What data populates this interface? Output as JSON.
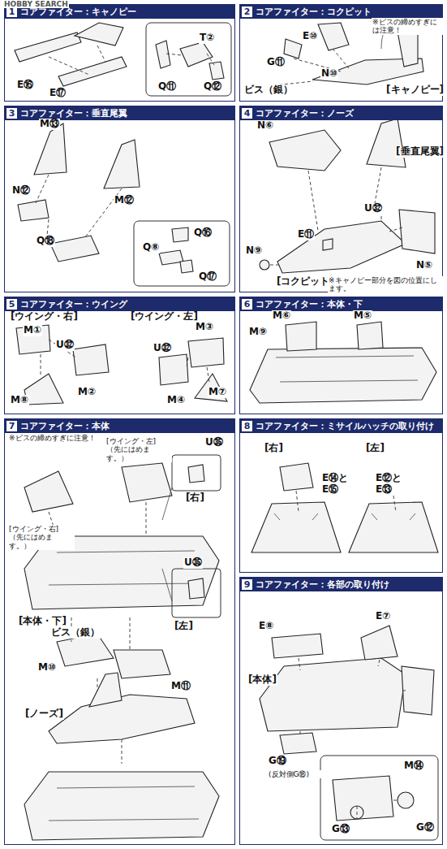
{
  "diagram": {
    "nodes": [
      {
        "text": [
          "1",
          "コアファイター：キャノピー"
        ]
      },
      {
        "text": [
          "2",
          "コアファイター：コクピット"
        ]
      },
      {
        "text": [
          "3",
          "コアファイター：垂直尾翼"
        ]
      },
      {
        "text": [
          "4",
          "コアファイター：ノーズ"
        ]
      },
      {
        "text": [
          "5",
          "コアファイター：ウイング"
        ]
      },
      {
        "text": [
          "6",
          "コアファイター：本体・下"
        ]
      },
      {
        "text": [
          "7",
          "コアファイター：本体"
        ]
      },
      {
        "text": [
          "8",
          "コアファイター：ミサイルハッチの取り付け"
        ]
      },
      {
        "text": [
          "9",
          "コアファイター：各部の取り付け"
        ]
      }
    ],
    "labels": [
      "HOBBY SEARCH",
      "E⑯",
      "E⑰",
      "T②",
      "Q⑪",
      "Q⑫",
      "※ビスの締めすぎには注意！",
      "E⑩",
      "G⑪",
      "N⑩",
      "ビス（銀）",
      "[キャノピー]",
      "M⑬",
      "N⑫",
      "M⑫",
      "Q⑱",
      "Q⑧",
      "Q⑯",
      "Q⑰",
      "N⑥",
      "[垂直尾翼]",
      "U㉜",
      "E⑪",
      "N⑤",
      "N⑨",
      "[コクピット]",
      "※キャノピー部分を図の位置にします。",
      "[ウイング・右]",
      "M①",
      "U㉜",
      "M⑧",
      "M②",
      "[ウイング・左]",
      "M③",
      "U㉜",
      "M④",
      "M⑦",
      "M⑥",
      "M⑤",
      "M⑨",
      "※ビスの締めすぎに注意！",
      "[ウイング・左] （先にはめます。）",
      "[ウイング・右] （先にはめます。）",
      "U㉟",
      "[右]",
      "U㉟",
      "[左]",
      "[本体・下]",
      "ビス（銀）",
      "M⑩",
      "M⑪",
      "[ノーズ]",
      "[右]",
      "[左]",
      "E⑭と E⑮",
      "E⑫と E⑬",
      "E⑧",
      "E⑦",
      "[本体]",
      "G⑲",
      "(反対側G⑱)",
      "M⑭",
      "G⑬",
      "G⑫"
    ]
  }
}
